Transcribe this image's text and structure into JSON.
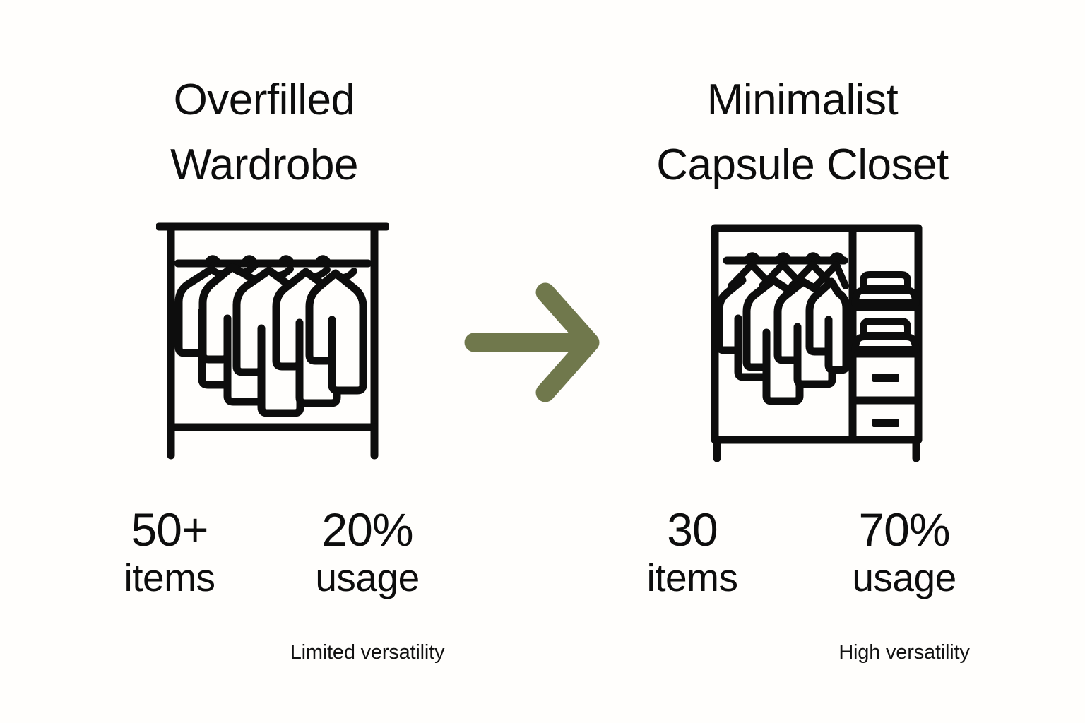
{
  "background_color": "#fffefc",
  "text_color": "#0d0d0d",
  "accent_color": "#70784c",
  "left": {
    "title": "Overfilled\nWardrobe",
    "icon": "overfilled-clothing-rack-icon",
    "stats": [
      {
        "value": "50+",
        "unit": "items"
      },
      {
        "value": "20%",
        "unit": "usage"
      }
    ],
    "caption": "Limited versatility"
  },
  "arrow": {
    "icon": "right-arrow-icon",
    "color": "#70784c"
  },
  "right": {
    "title": "Minimalist\nCapsule Closet",
    "icon": "capsule-wardrobe-cabinet-icon",
    "stats": [
      {
        "value": "30",
        "unit": "items"
      },
      {
        "value": "70%",
        "unit": "usage"
      }
    ],
    "caption": "High versatility"
  }
}
